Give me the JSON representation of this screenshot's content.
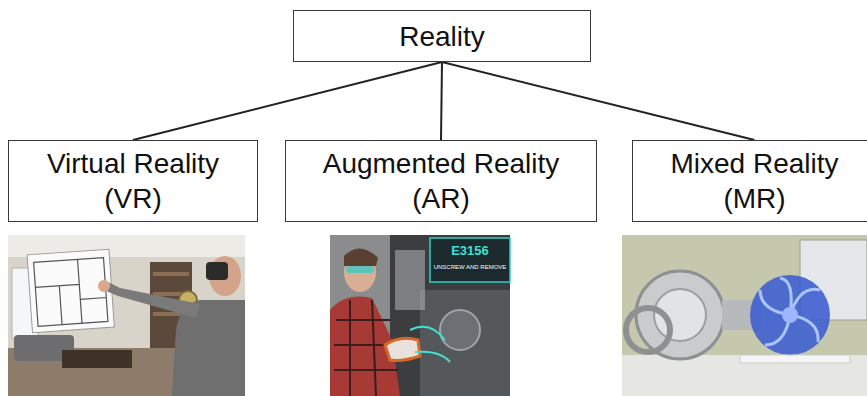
{
  "diagram": {
    "nodes": [
      {
        "text": [
          "Reality"
        ]
      },
      {
        "text": [
          "Virtual Reality (VR)"
        ]
      },
      {
        "text": [
          "Augmented Reality (AR)"
        ]
      },
      {
        "text": [
          "Mixed Reality (MR)"
        ]
      }
    ],
    "edges": [
      {
        "from": 0,
        "to": 1,
        "arrow": "none"
      },
      {
        "from": 0,
        "to": 2,
        "arrow": "none"
      },
      {
        "from": 0,
        "to": 3,
        "arrow": "none"
      }
    ],
    "labels": [
      "E3156",
      "UNSCREW AND REMOVE"
    ]
  }
}
